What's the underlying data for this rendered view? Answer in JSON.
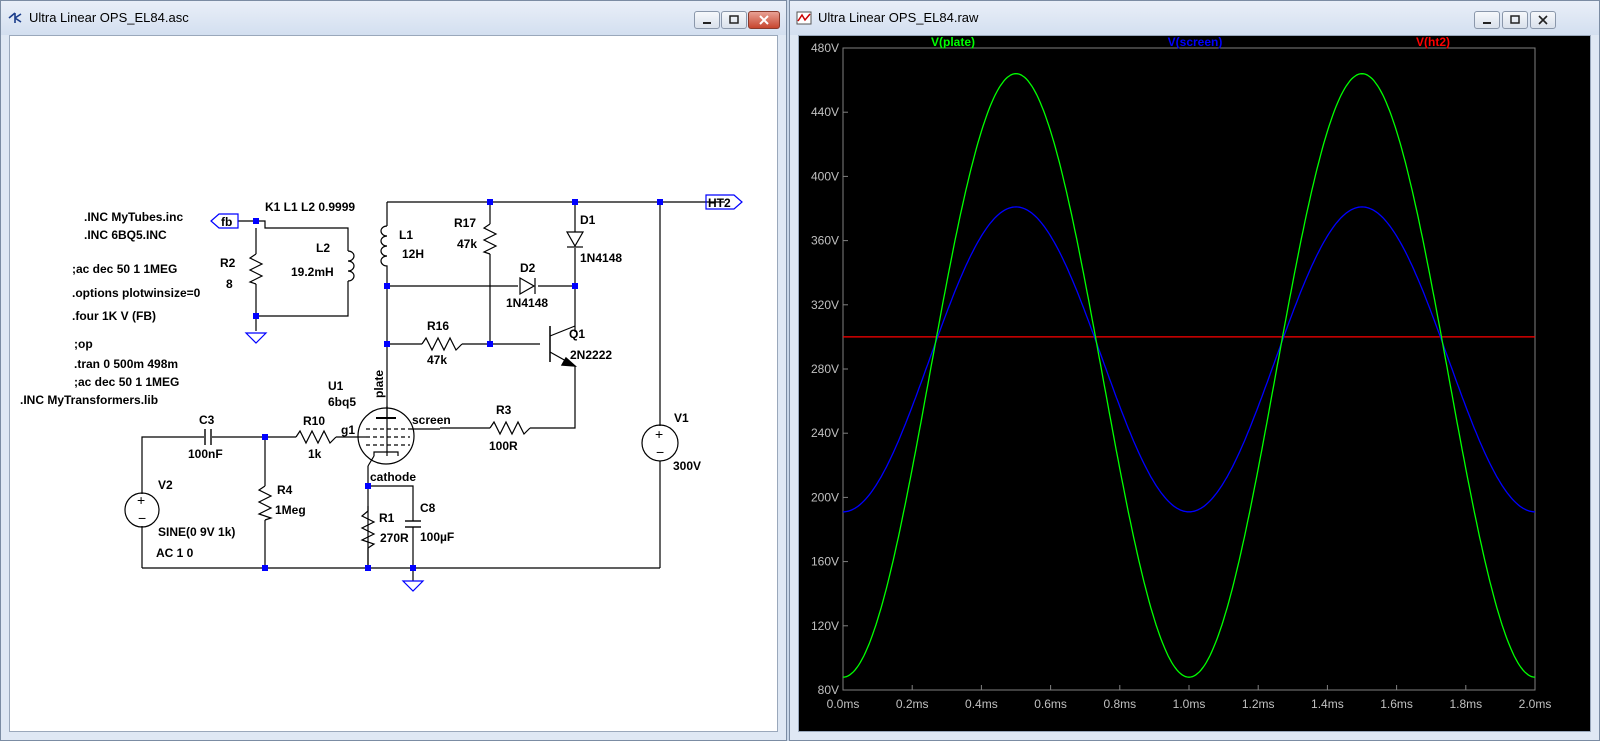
{
  "schematic_window": {
    "title": "Ultra Linear OPS_EL84.asc",
    "directives": [
      ".INC MyTubes.inc",
      ".INC 6BQ5.INC",
      ";ac dec 50 1 1MEG",
      ".options plotwinsize=0",
      ".four 1K V (FB)",
      ";op",
      ".tran 0 500m 498m",
      ";ac dec 50 1 1MEG",
      ".INC MyTransformers.lib"
    ],
    "coupling": "K1 L1 L2 0.9999",
    "labels": {
      "fb": "fb",
      "ht2": "HT2",
      "r2": "R2",
      "r2_val": "8",
      "l2": "L2",
      "l2_val": "19.2mH",
      "l1": "L1",
      "l1_val": "12H",
      "r17": "R17",
      "r17_val": "47k",
      "d1": "D1",
      "d1_val": "1N4148",
      "d2": "D2",
      "d2_val": "1N4148",
      "r16": "R16",
      "r16_val": "47k",
      "q1": "Q1",
      "q1_val": "2N2222",
      "u1": "U1",
      "u1_val": "6bq5",
      "plate": "plate",
      "screen": "screen",
      "g1": "g1",
      "cathode": "cathode",
      "r3": "R3",
      "r3_val": "100R",
      "r10": "R10",
      "r10_val": "1k",
      "c3": "C3",
      "c3_val": "100nF",
      "r4": "R4",
      "r4_val": "1Meg",
      "v2": "V2",
      "v2_val1": "SINE(0 9V 1k)",
      "v2_val2": "AC 1 0",
      "r1": "R1",
      "r1_val": "270R",
      "c8": "C8",
      "c8_val": "100µF",
      "v1": "V1",
      "v1_val": "300V"
    }
  },
  "plot_window": {
    "title": "Ultra Linear OPS_EL84.raw"
  },
  "colors": {
    "plate": "#00ff00",
    "screen": "#0000ff",
    "ht2": "#ff0000",
    "wire": "#000000",
    "junction": "#0000ff",
    "ground": "#0000ff"
  },
  "chart_data": {
    "type": "line",
    "series": [
      {
        "name": "V(plate)",
        "color": "#00ff00",
        "offset": 276,
        "amplitude": 188,
        "phase_ms": -0.25
      },
      {
        "name": "V(screen)",
        "color": "#0000ff",
        "offset": 286,
        "amplitude": 95,
        "phase_ms": -0.25
      },
      {
        "name": "V(ht2)",
        "color": "#ff0000",
        "constant": 300
      }
    ],
    "period_ms": 1.0,
    "xlim": [
      0,
      2.0
    ],
    "ylim": [
      80,
      480
    ],
    "x_ticks": [
      "0.0ms",
      "0.2ms",
      "0.4ms",
      "0.6ms",
      "0.8ms",
      "1.0ms",
      "1.2ms",
      "1.4ms",
      "1.6ms",
      "1.8ms",
      "2.0ms"
    ],
    "y_ticks": [
      "480V",
      "440V",
      "400V",
      "360V",
      "320V",
      "280V",
      "240V",
      "200V",
      "160V",
      "120V",
      "80V"
    ],
    "grid": false,
    "legend": "top"
  }
}
